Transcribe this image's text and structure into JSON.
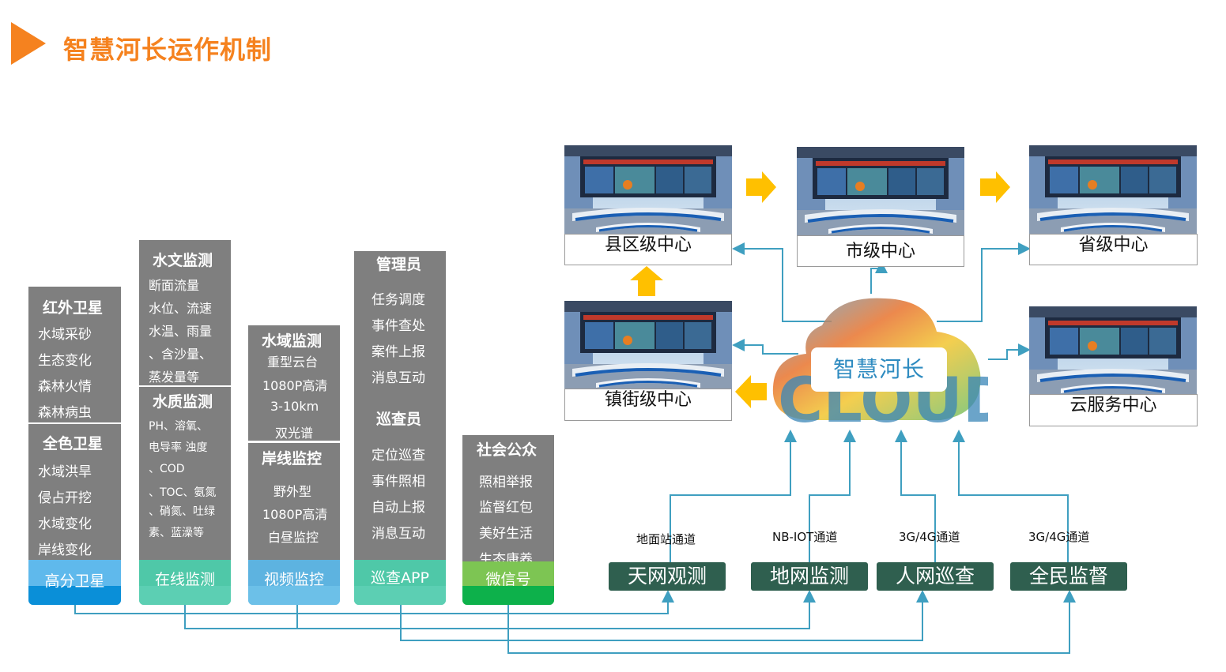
{
  "title": "智慧河长运作机制",
  "colors": {
    "accent_orange": "#f5821f",
    "column_gray": "#7f7f7f",
    "tab_blue": "#1a9fe0",
    "tab_teal": "#4fc8a8",
    "tab_lightblue": "#5db3e0",
    "tab_green": "#43b54a",
    "button_green": "#2f5f4f",
    "line_blue": "#3f9fc0",
    "arrow_yellow": "#ffc000"
  },
  "columns": {
    "satellite": {
      "sections": [
        {
          "head": "红外卫星",
          "items": [
            "水域采砂",
            "生态变化",
            "森林火情",
            "森林病虫"
          ]
        },
        {
          "head": "全色卫星",
          "items": [
            "水域洪旱",
            "侵占开挖",
            "水域变化",
            "岸线变化"
          ]
        }
      ],
      "tab": "高分卫星"
    },
    "online": {
      "sections": [
        {
          "head": "水文监测",
          "items": [
            "断面流量",
            "水位、流速",
            "水温、雨量",
            "、含沙量、",
            "蒸发量等"
          ]
        },
        {
          "head": "水质监测",
          "items": [
            "PH、溶氧、",
            "电导率 浊度",
            "、COD",
            "、TOC、氨氮",
            "、硝氮、吐绿",
            "素、蓝澡等"
          ]
        }
      ],
      "tab": "在线监测"
    },
    "video": {
      "sections": [
        {
          "head": "水域监测",
          "items": [
            "重型云台",
            "1080P高清",
            "3-10km",
            "双光谱"
          ]
        },
        {
          "head": "岸线监控",
          "items": [
            "野外型",
            "1080P高清",
            "白昼监控"
          ]
        }
      ],
      "tab": "视频监控"
    },
    "patrol": {
      "sections": [
        {
          "head": "管理员",
          "items": [
            "任务调度",
            "事件查处",
            "案件上报",
            "消息互动"
          ]
        },
        {
          "head": "巡查员",
          "items": [
            "定位巡查",
            "事件照相",
            "自动上报",
            "消息互动"
          ]
        }
      ],
      "tab": "巡查APP"
    },
    "public": {
      "sections": [
        {
          "head": "社会公众",
          "items": [
            "照相举报",
            "监督红包",
            "美好生活",
            "生态康养"
          ]
        }
      ],
      "tab": "微信号"
    }
  },
  "centers": {
    "county": "县区级中心",
    "city": "市级中心",
    "province": "省级中心",
    "town": "镇街级中心",
    "cloud_service": "云服务中心"
  },
  "cloud": {
    "label": "智慧河长",
    "letters": "CLOUD"
  },
  "channels": [
    "地面站通道",
    "NB-IOT通道",
    "3G/4G通道",
    "3G/4G通道"
  ],
  "buttons": [
    "天网观测",
    "地网监测",
    "人网巡查",
    "全民监督"
  ]
}
